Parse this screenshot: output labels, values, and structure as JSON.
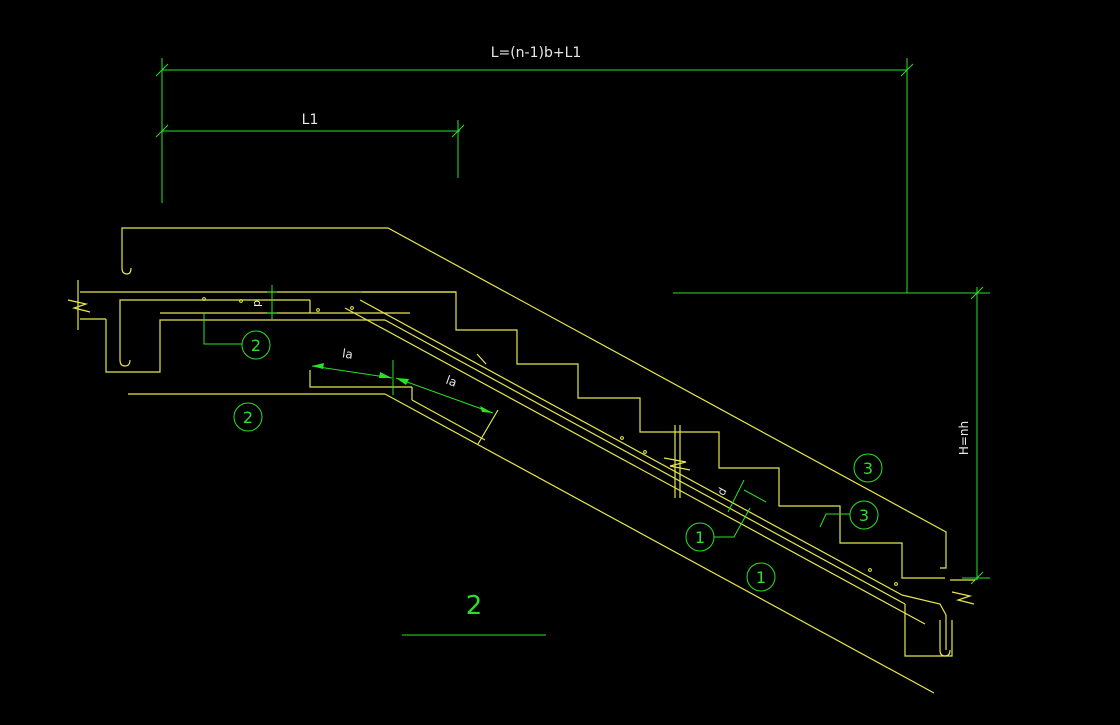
{
  "dimensions": {
    "total_length": "L=(n-1)b+L1",
    "first_length": "L1",
    "height": "H=nh",
    "anchor_left": "la",
    "anchor_right": "la",
    "thickness_top": "d",
    "thickness_slab": "d"
  },
  "callouts": {
    "c2_top": "2",
    "c2_bottom": "2",
    "c1_mid": "1",
    "c1_bottom": "1",
    "c3_top": "3",
    "c3_mid": "3"
  },
  "section_label": "2",
  "colors": {
    "background": "#000000",
    "structure": "#e6e64c",
    "annotation": "#27e227",
    "text": "#e8e8e8"
  }
}
